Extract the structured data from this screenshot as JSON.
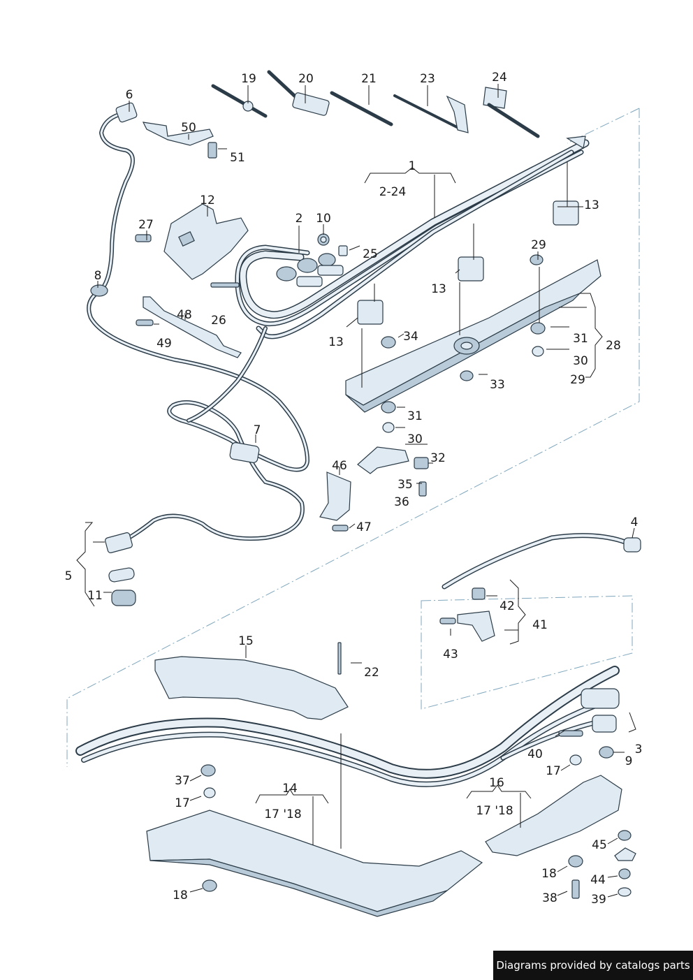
{
  "footer": {
    "credit": "Diagrams provided by catalogs parts"
  },
  "callouts": {
    "c1": "1",
    "c2_24": "2-24",
    "c2": "2",
    "c3": "3",
    "c4": "4",
    "c5": "5",
    "c6": "6",
    "c7": "7",
    "c8": "8",
    "c9": "9",
    "c10": "10",
    "c11": "11",
    "c12": "12",
    "c13a": "13",
    "c13b": "13",
    "c13c": "13",
    "c14": "14",
    "c15": "15",
    "c16": "16",
    "c17a": "17",
    "c17b": "17",
    "c17_18a": "17 '18",
    "c17_18b": "17 '18",
    "c18a": "18",
    "c18b": "18",
    "c19": "19",
    "c20": "20",
    "c21": "21",
    "c22": "22",
    "c23": "23",
    "c24": "24",
    "c25": "25",
    "c26": "26",
    "c27": "27",
    "c28": "28",
    "c29a": "29",
    "c29b": "29",
    "c30a": "30",
    "c30b": "30",
    "c31a": "31",
    "c31b": "31",
    "c32": "32",
    "c33": "33",
    "c34": "34",
    "c35": "35",
    "c36": "36",
    "c37": "37",
    "c38": "38",
    "c39": "39",
    "c40": "40",
    "c41": "41",
    "c42": "42",
    "c43": "43",
    "c44": "44",
    "c45": "45",
    "c46": "46",
    "c47": "47",
    "c48": "48",
    "c49": "49",
    "c50": "50",
    "c51": "51"
  }
}
